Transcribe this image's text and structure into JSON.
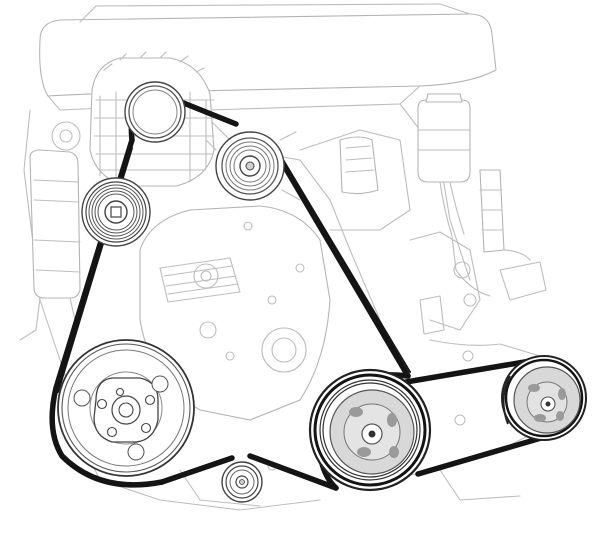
{
  "figure": {
    "colors": {
      "belt": "#141414",
      "engine_outline": "#bdbdbd",
      "pulley_outline": "#444444",
      "pulley_face_gray": "#d8d8d8",
      "background": "#ffffff"
    },
    "components": [
      "engine-block",
      "alternator-pulley",
      "tensioner-pulley",
      "idler-pulley-left",
      "crankshaft-pulley",
      "small-idler-pulley",
      "water-pump-pulley",
      "power-steering-pulley",
      "power-steering-reservoir",
      "drive-belt"
    ]
  }
}
